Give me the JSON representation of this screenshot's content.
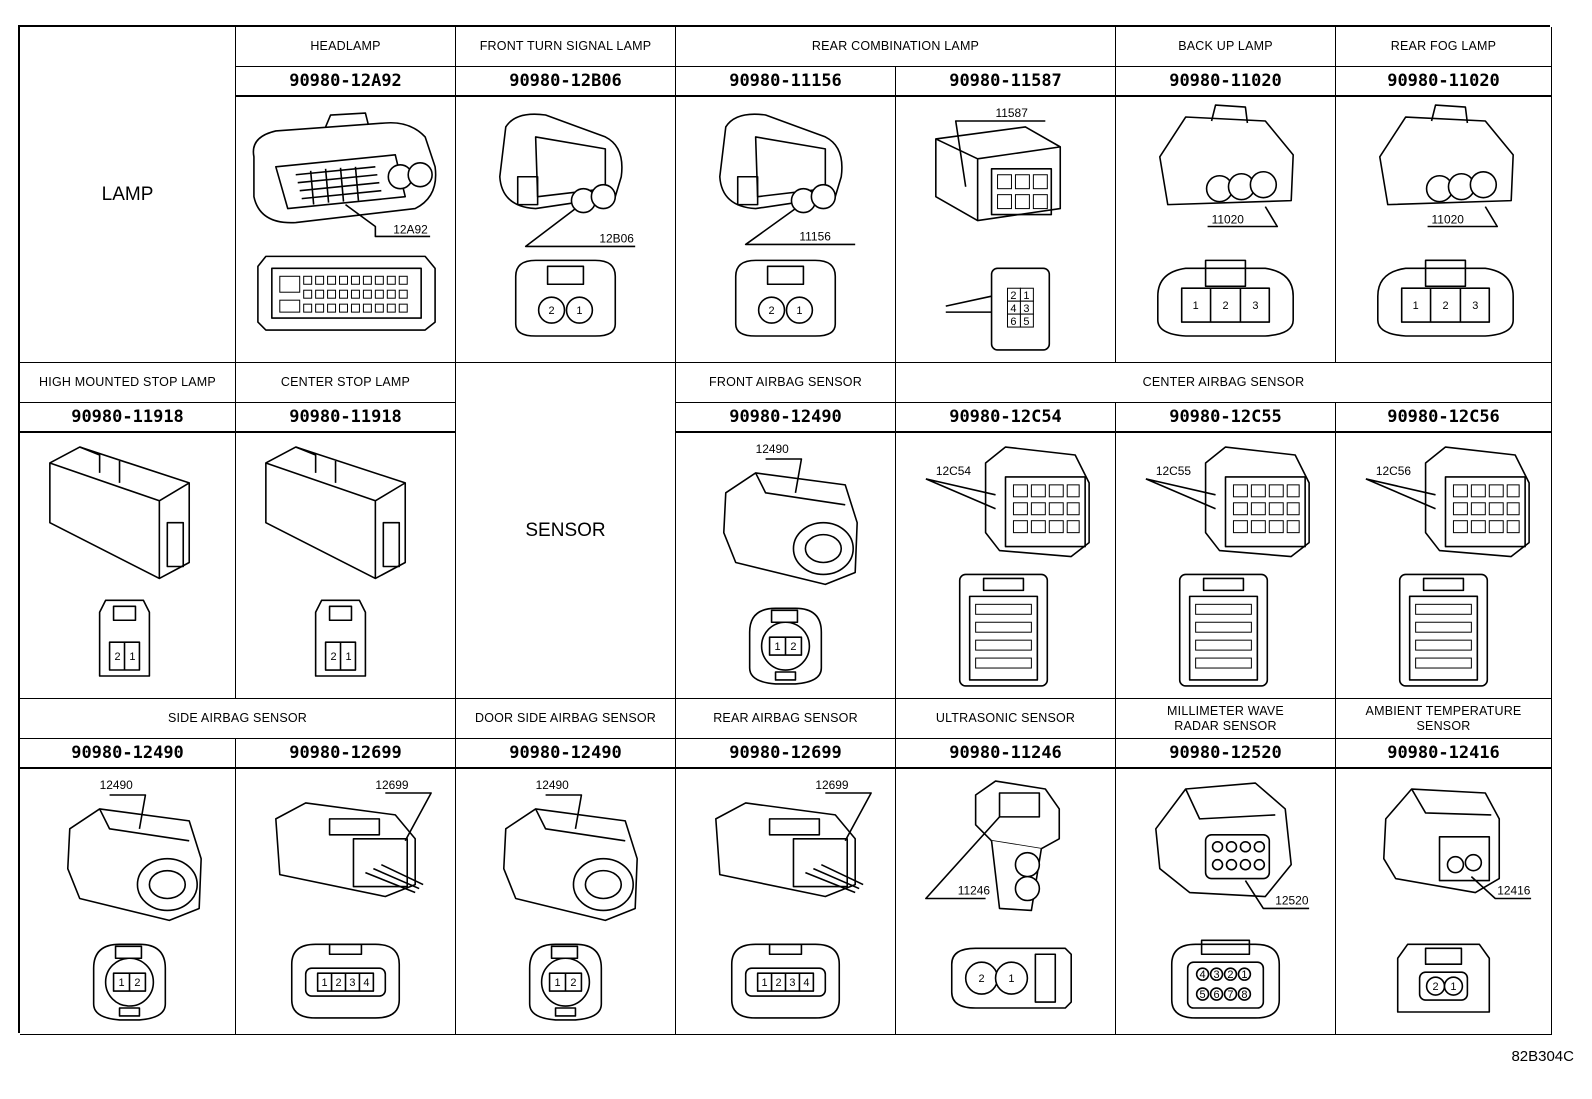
{
  "categories": {
    "lamp": "LAMP",
    "sensor": "SENSOR"
  },
  "headers": {
    "headlamp": "HEADLAMP",
    "front_turn": "FRONT TURN SIGNAL LAMP",
    "rear_combination": "REAR COMBINATION LAMP",
    "back_up": "BACK UP LAMP",
    "rear_fog": "REAR FOG LAMP",
    "high_mounted": "HIGH MOUNTED STOP LAMP",
    "center_stop": "CENTER STOP LAMP",
    "front_airbag": "FRONT AIRBAG SENSOR",
    "center_airbag": "CENTER AIRBAG SENSOR",
    "side_airbag": "SIDE AIRBAG SENSOR",
    "door_side_airbag": "DOOR SIDE AIRBAG SENSOR",
    "rear_airbag": "REAR AIRBAG SENSOR",
    "ultrasonic": "ULTRASONIC SENSOR",
    "mmwave": "MILLIMETER WAVE\nRADAR SENSOR",
    "ambient": "AMBIENT TEMPERATURE\nSENSOR"
  },
  "part_numbers": {
    "r1": [
      "90980-12A92",
      "90980-12B06",
      "90980-11156",
      "90980-11587",
      "90980-11020",
      "90980-11020"
    ],
    "r2": [
      "90980-11918",
      "90980-11918",
      "90980-12490",
      "90980-12C54",
      "90980-12C55",
      "90980-12C56"
    ],
    "r3": [
      "90980-12490",
      "90980-12699",
      "90980-12490",
      "90980-12699",
      "90980-11246",
      "90980-12520",
      "90980-12416"
    ]
  },
  "callouts": {
    "r1": [
      "12A92",
      "12B06",
      "11156",
      "11587",
      "11020",
      "11020"
    ],
    "r2": [
      "12490",
      "12C54",
      "12C55",
      "12C56"
    ],
    "r3": [
      "12490",
      "12699",
      "12490",
      "12699",
      "11246",
      "12520",
      "12416"
    ]
  },
  "pins": {
    "two_rev": [
      "2",
      "1"
    ],
    "two": [
      "1",
      "2"
    ],
    "three": [
      "1",
      "2",
      "3"
    ],
    "four": [
      "1",
      "2",
      "3",
      "4"
    ],
    "six_grid": [
      "2",
      "1",
      "4",
      "3",
      "6",
      "5"
    ],
    "eight_top": [
      "4",
      "3",
      "2",
      "1"
    ],
    "eight_bottom": [
      "5",
      "6",
      "7",
      "8"
    ]
  },
  "figure_code": "82B304C"
}
